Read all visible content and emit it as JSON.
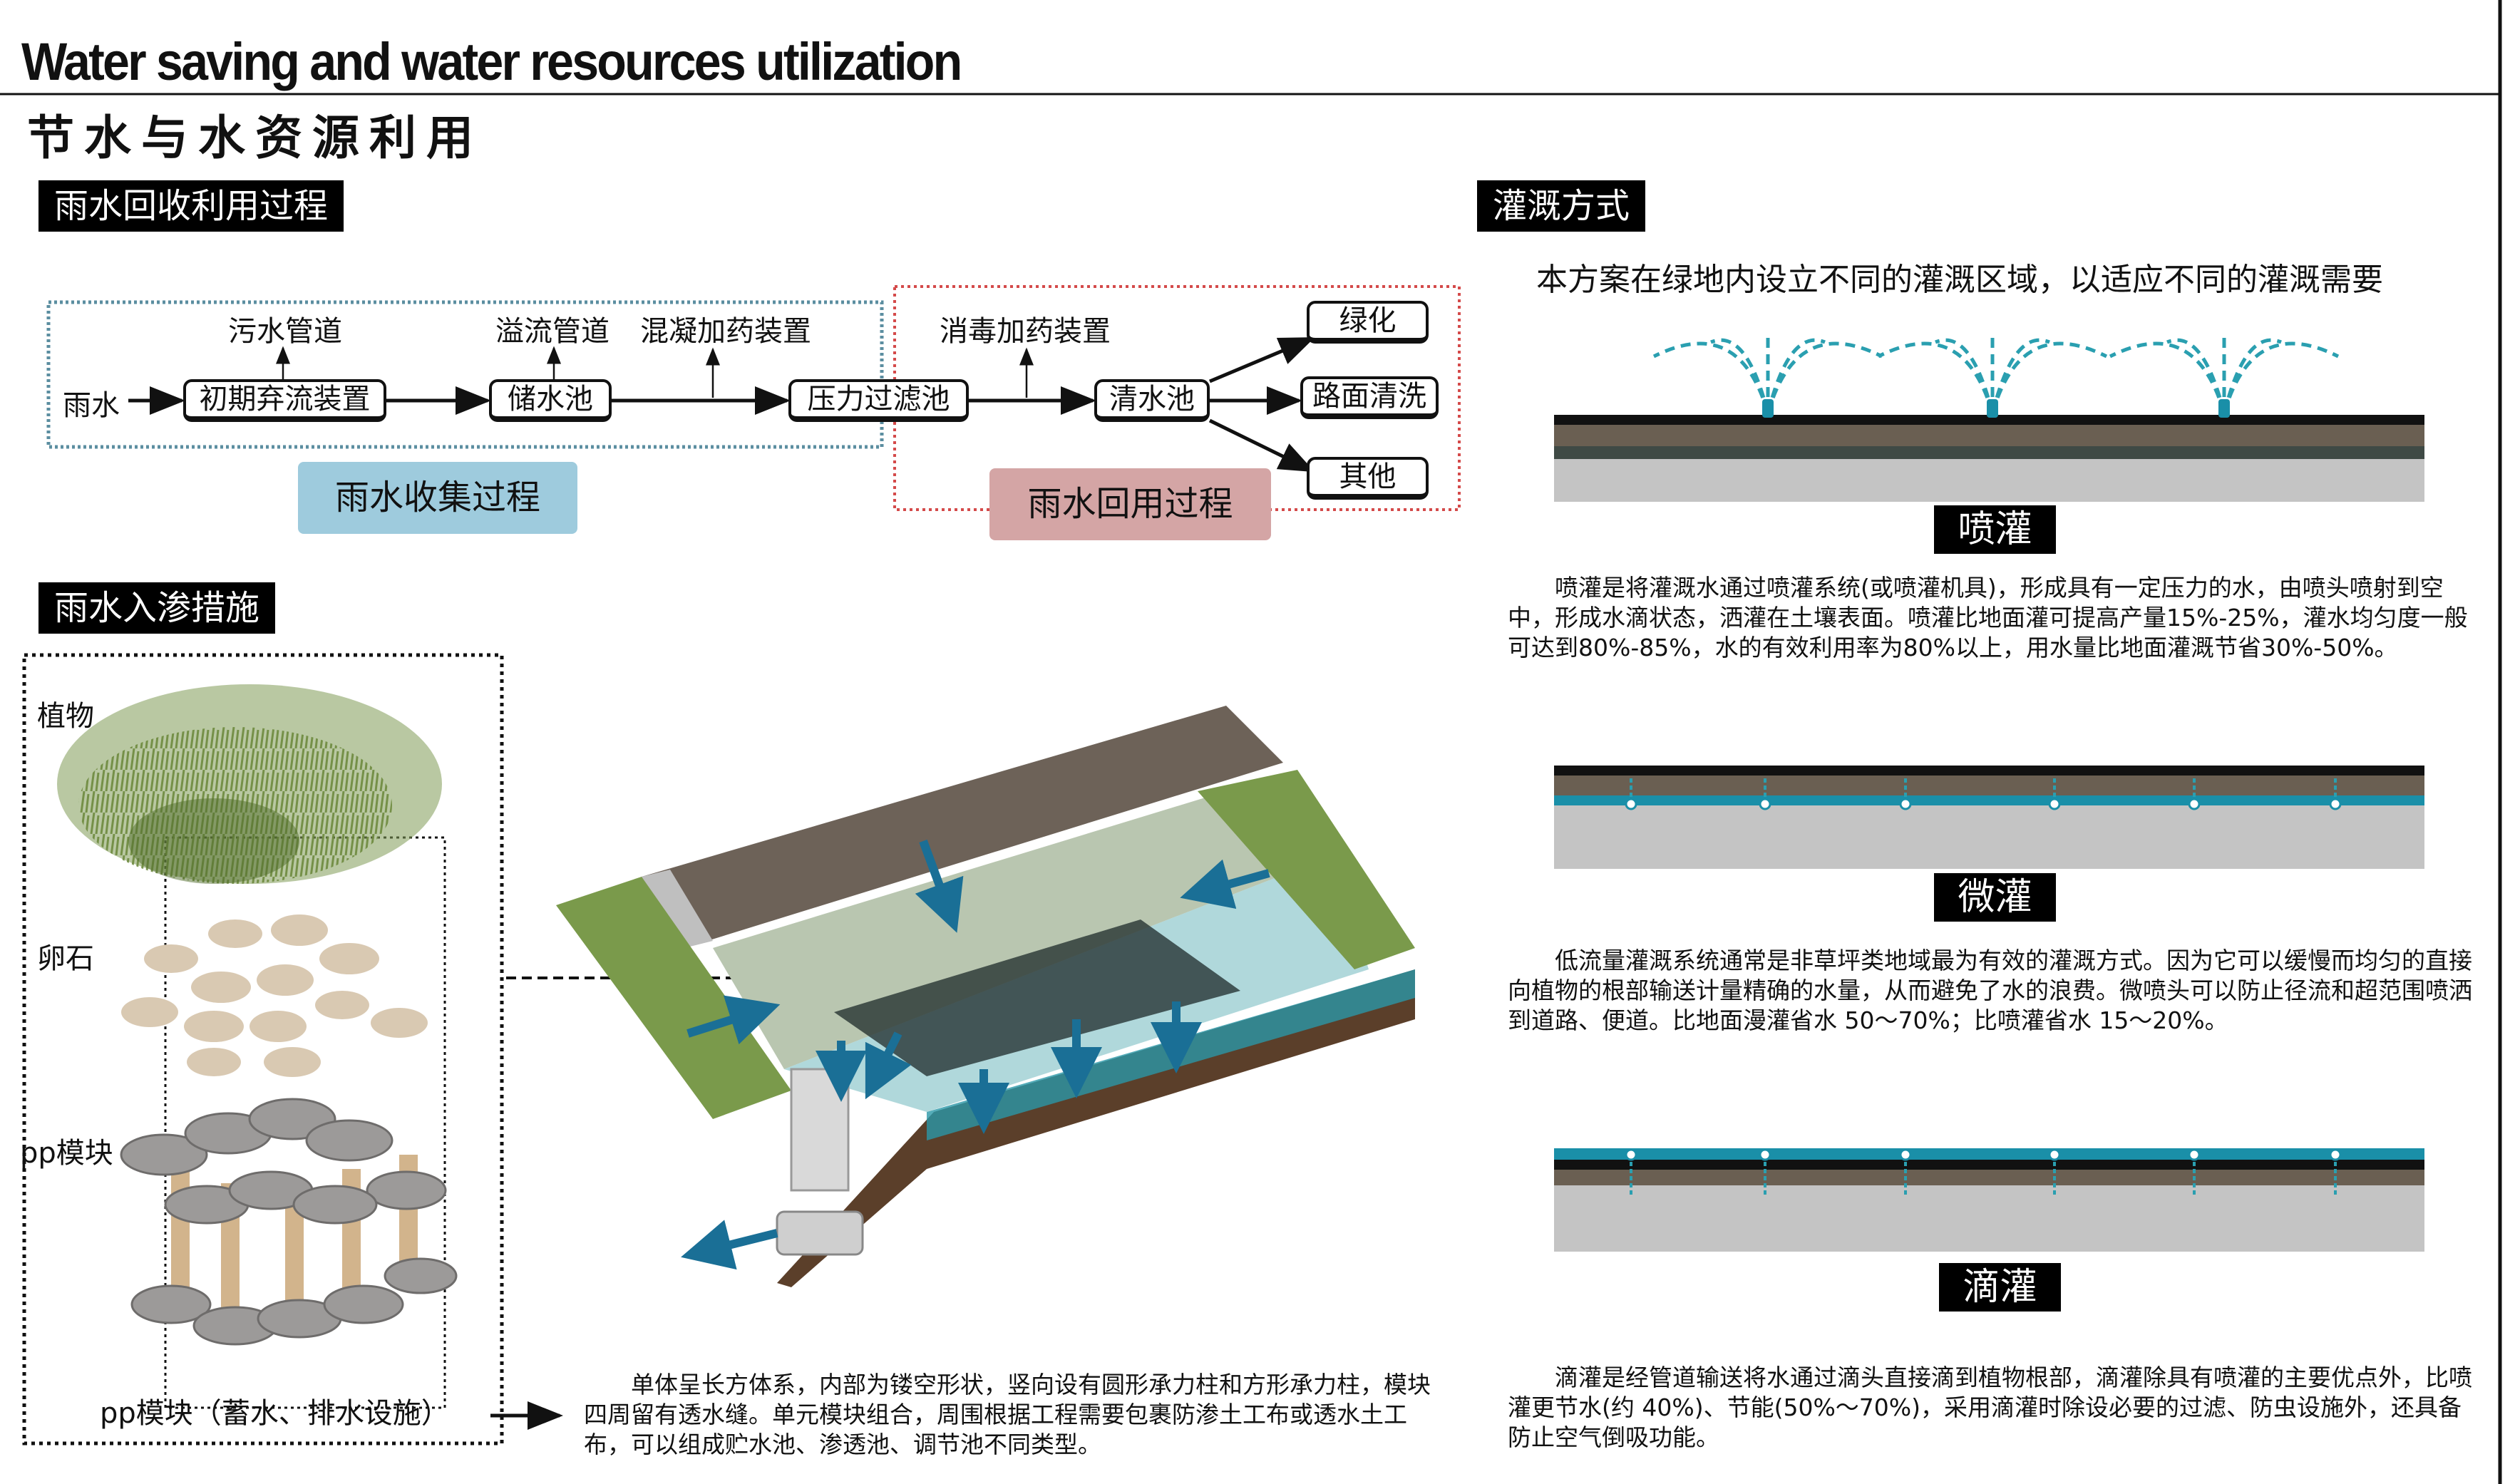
{
  "header": {
    "title_en": "Water saving and water resources utilization",
    "title_cn": "节水与水资源利用"
  },
  "rainwater_process": {
    "label": "雨水回收利用过程",
    "source": "雨水",
    "nodes": [
      "初期弃流装置",
      "储水池",
      "压力过滤池",
      "清水池"
    ],
    "branch_labels": [
      "污水管道",
      "溢流管道",
      "混凝加药装置",
      "消毒加药装置"
    ],
    "outputs": [
      "绿化",
      "路面清洗",
      "其他"
    ],
    "collection_tag": "雨水收集过程",
    "reuse_tag": "雨水回用过程",
    "colors": {
      "collection": "#9ecbdd",
      "reuse": "#d4a5a5",
      "collection_border": "#5b8ea0",
      "reuse_border": "#d44a4a"
    }
  },
  "infiltration": {
    "label": "雨水入渗措施",
    "layers": [
      "植物",
      "卵石",
      "pp模块"
    ],
    "caption": "pp模块（蓄水、排水设施）",
    "description": "单体呈长方体系，内部为镂空形状，竖向设有圆形承力柱和方形承力柱，模块四周留有透水缝。单元模块组合，周围根据工程需要包裹防渗土工布或透水土工布，可以组成贮水池、渗透池、调节池不同类型。"
  },
  "irrigation": {
    "label": "灌溉方式",
    "intro": "本方案在绿地内设立不同的灌溉区域，以适应不同的灌溉需要",
    "methods": [
      {
        "name": "喷灌",
        "text": "喷灌是将灌溉水通过喷灌系统(或喷灌机具)，形成具有一定压力的水，由喷头喷射到空中，形成水滴状态，洒灌在土壤表面。喷灌比地面灌可提高产量15%-25%，灌水均匀度一般可达到80%-85%，水的有效利用率为80%以上，用水量比地面灌溉节省30%-50%。"
      },
      {
        "name": "微灌",
        "text": "低流量灌溉系统通常是非草坪类地域最为有效的灌溉方式。因为它可以缓慢而均匀的直接向植物的根部输送计量精确的水量，从而避免了水的浪费。微喷头可以防止径流和超范围喷洒到道路、便道。比地面漫灌省水 50～70%；比喷灌省水 15～20%。"
      },
      {
        "name": "滴灌",
        "text": "滴灌是经管道输送将水通过滴头直接滴到植物根部，滴灌除具有喷灌的主要优点外，比喷灌更节水(约 40%)、节能(50%～70%)，采用滴灌时除设必要的过滤、防虫设施外，还具备防止空气倒吸功能。"
      }
    ],
    "water_color": "#1a8fa8"
  }
}
